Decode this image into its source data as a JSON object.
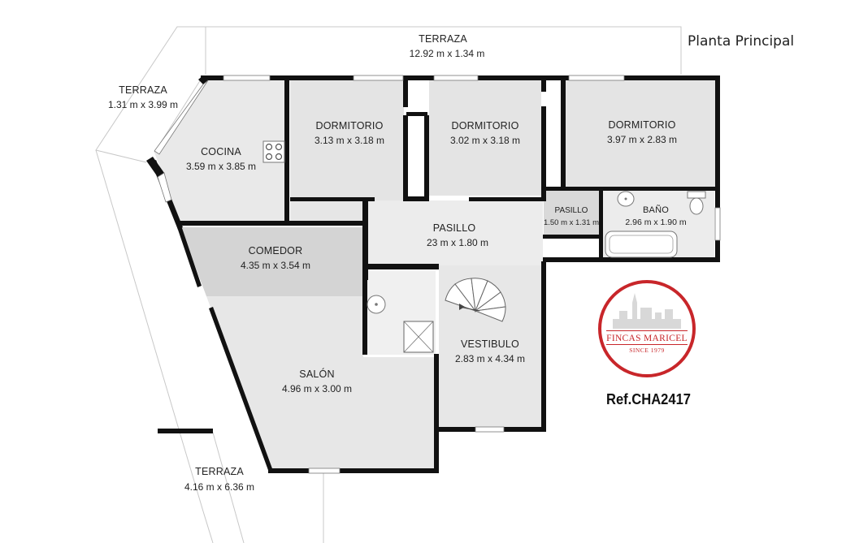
{
  "plan_title": "Planta Principal",
  "reference": "Ref.CHA2417",
  "logo": {
    "name": "FINCAS MARICEL",
    "since": "SINCE 1979",
    "color": "#c8262a"
  },
  "rooms": {
    "terraza_top": {
      "label": "TERRAZA",
      "dims": "12.92 m x 1.34 m"
    },
    "terraza_left": {
      "label": "TERRAZA",
      "dims": "1.31 m x 3.99 m"
    },
    "cocina": {
      "label": "COCINA",
      "dims": "3.59 m x 3.85 m"
    },
    "dormitorio1": {
      "label": "DORMITORIO",
      "dims": "3.13 m x 3.18 m"
    },
    "dormitorio2": {
      "label": "DORMITORIO",
      "dims": "3.02 m x 3.18 m"
    },
    "dormitorio3": {
      "label": "DORMITORIO",
      "dims": "3.97 m x 2.83 m"
    },
    "pasillo_small": {
      "label": "PASILLO",
      "dims": "1.50 m x 1.31 m"
    },
    "bano": {
      "label": "BAÑO",
      "dims": "2.96 m x 1.90 m"
    },
    "pasillo_main": {
      "label": "PASILLO",
      "dims": "23 m x 1.80 m"
    },
    "comedor": {
      "label": "COMEDOR",
      "dims": "4.35 m x 3.54 m"
    },
    "vestibulo": {
      "label": "VESTIBULO",
      "dims": "2.83 m x 4.34 m"
    },
    "salon": {
      "label": "SALÓN",
      "dims": "4.96 m x 3.00 m"
    },
    "terraza_bottom": {
      "label": "TERRAZA",
      "dims": "4.16 m x 6.36 m"
    }
  }
}
